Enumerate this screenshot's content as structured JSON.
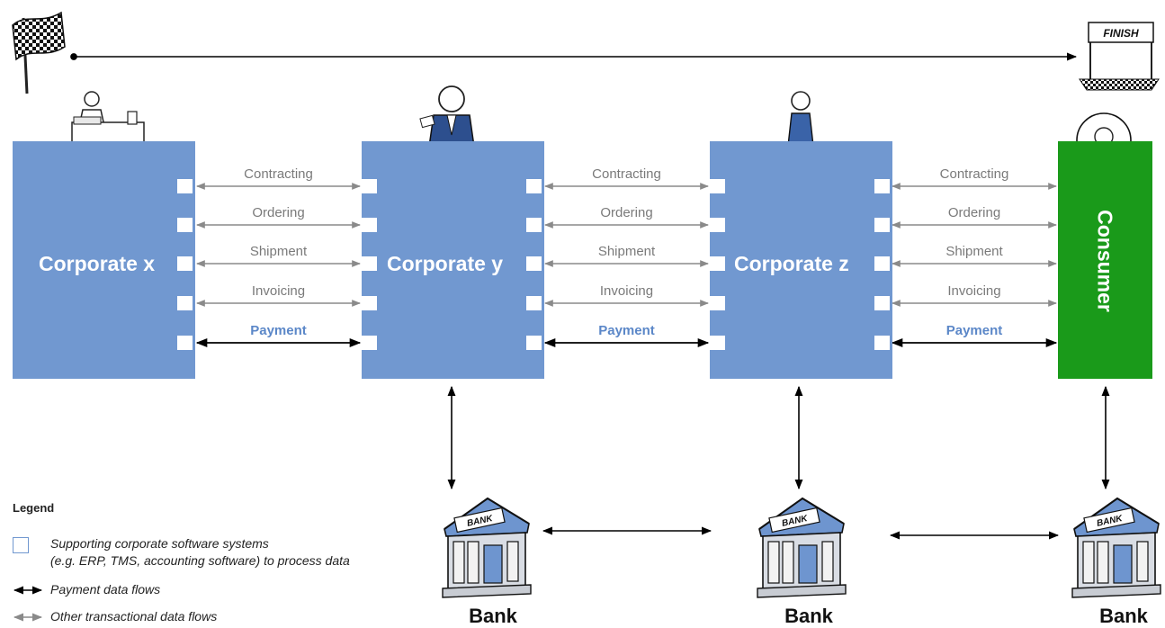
{
  "entities": [
    {
      "label": "Corporate x"
    },
    {
      "label": "Corporate y"
    },
    {
      "label": "Corporate z"
    },
    {
      "label": "Consumer"
    }
  ],
  "flows": [
    "Contracting",
    "Ordering",
    "Shipment",
    "Invoicing",
    "Payment"
  ],
  "banks": [
    {
      "label": "Bank",
      "sign": "BANK"
    },
    {
      "label": "Bank",
      "sign": "BANK"
    },
    {
      "label": "Bank",
      "sign": "BANK"
    }
  ],
  "finish_sign": "FINISH",
  "legend": {
    "title": "Legend",
    "software_line1": "Supporting corporate software systems",
    "software_line2": "(e.g. ERP, TMS, accounting software) to process data",
    "payment_flows": "Payment data flows",
    "other_flows": "Other transactional data flows"
  },
  "colors": {
    "corporate": "#7198d0",
    "consumer": "#1a9a1a",
    "payment_label": "#5b87c8",
    "payment_arrow": "#000000",
    "other_arrow": "#8a8a8a"
  },
  "icons": {
    "start": "checkered-flag-icon",
    "finish": "finish-line-icon",
    "bank": "bank-building-icon",
    "people": [
      "clerk-at-desk-icon",
      "businessman-icon",
      "businesswoman-icon",
      "consumer-face-icon"
    ]
  }
}
